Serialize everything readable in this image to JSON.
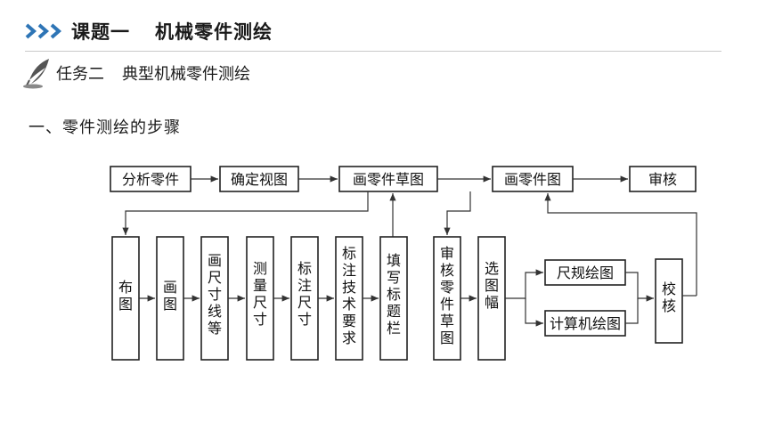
{
  "header": {
    "course_label": "课题一",
    "course_title": "机械零件测绘"
  },
  "task": {
    "label": "任务二",
    "name": "典型机械零件测绘"
  },
  "section_title": "一、零件测绘的步骤",
  "flow": {
    "top_steps": [
      "分析零件",
      "确定视图",
      "画零件草图",
      "画零件图",
      "审核"
    ],
    "sketch_substeps": [
      "布图",
      "画图",
      "画尺寸线等",
      "测量尺寸",
      "标注尺寸",
      "标注技术要求",
      "填写标题栏"
    ],
    "review_sketch": "审核零件草图",
    "choose_sheet": "选图幅",
    "drawing_methods": [
      "尺规绘图",
      "计算机绘图"
    ],
    "proofread": "校核"
  },
  "colors": {
    "chevron": "#2e75b6",
    "rule": "#c9c9c9"
  }
}
